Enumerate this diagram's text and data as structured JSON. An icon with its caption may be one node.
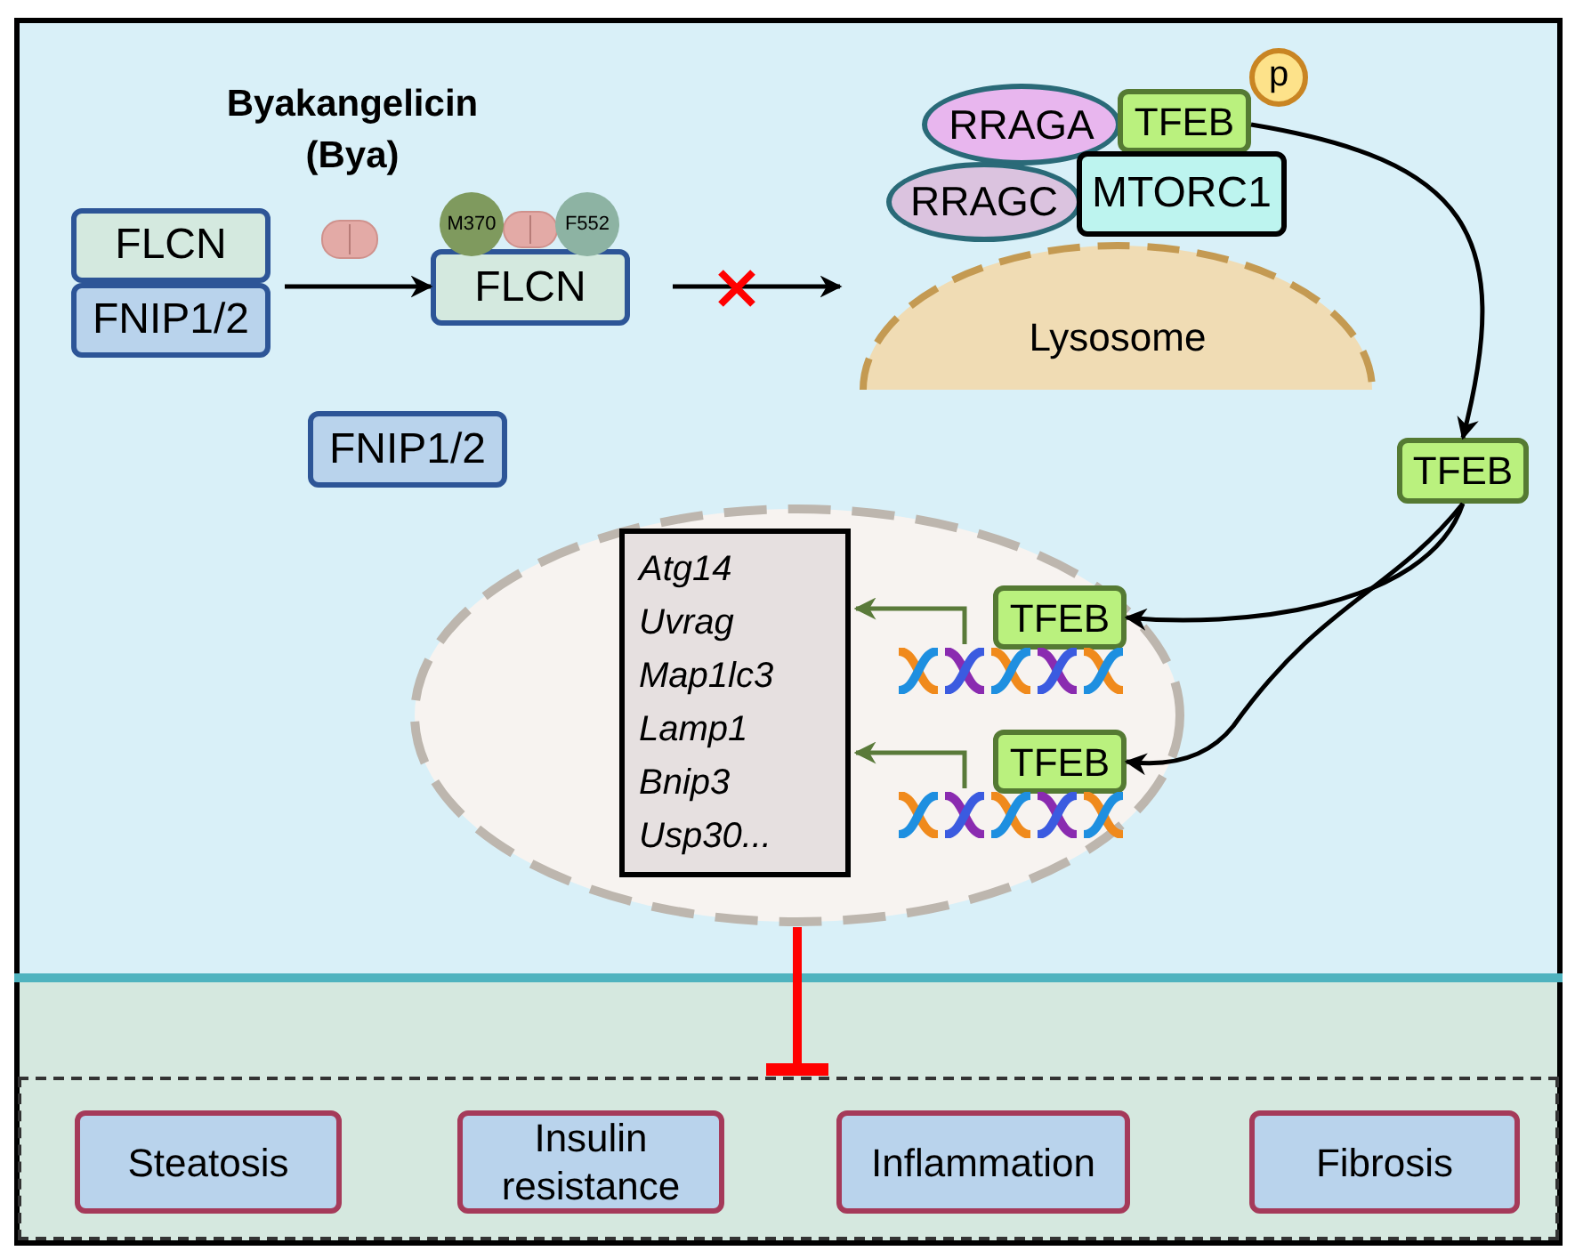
{
  "diagram": {
    "nodes": [
      {
        "text": [
          "FLCN"
        ]
      },
      {
        "text": [
          "FNIP1/2"
        ]
      },
      {
        "text": [
          "FLCN"
        ]
      },
      {
        "text": [
          "M370"
        ]
      },
      {
        "text": [
          "F552"
        ]
      },
      {
        "text": [
          "FNIP1/2"
        ]
      },
      {
        "text": [
          "RRAGA"
        ]
      },
      {
        "text": [
          "TFEB"
        ]
      },
      {
        "text": [
          "p"
        ]
      },
      {
        "text": [
          "RRAGC"
        ]
      },
      {
        "text": [
          "MTORC1"
        ]
      },
      {
        "text": [
          "Lysosome"
        ]
      },
      {
        "text": [
          "TFEB"
        ]
      },
      {
        "text": [],
        "shape": "ellipse"
      },
      {
        "text": [
          "Atg14",
          "Uvrag",
          "Map1lc3",
          "Lamp1",
          "Bnip3",
          "Usp30..."
        ],
        "in": 13
      },
      {
        "text": [
          "TFEB"
        ],
        "in": 13
      },
      {
        "text": [
          "TFEB"
        ],
        "in": 13
      },
      {
        "text": [],
        "shape": "picture",
        "in": 13
      },
      {
        "text": [],
        "shape": "picture",
        "in": 13
      },
      {
        "text": [],
        "shape": "box"
      },
      {
        "text": [
          "Steatosis"
        ],
        "in": 19
      },
      {
        "text": [
          "Insulin resistance"
        ],
        "in": 19
      },
      {
        "text": [
          "Inflammation"
        ],
        "in": 19
      },
      {
        "text": [
          "Fibrosis"
        ],
        "in": 19
      }
    ],
    "edges": [
      {
        "from": 1,
        "to": 2,
        "arrow": "to"
      },
      {
        "from": 2,
        "to": null,
        "arrow": "to"
      },
      {
        "from": 7,
        "to": 12,
        "arrow": "to"
      },
      {
        "from": 12,
        "to": 15,
        "arrow": "to"
      },
      {
        "from": 12,
        "to": 16,
        "arrow": "to"
      },
      {
        "from": 17,
        "to": 14,
        "arrow": "to",
        "color": "#5a7a3a"
      },
      {
        "from": 18,
        "to": 14,
        "arrow": "to",
        "color": "#5a7a3a"
      },
      {
        "from": 13,
        "to": 19,
        "arrow": "other",
        "style": "thick",
        "color": "#ff0000"
      }
    ],
    "labels": [
      "Byakangelicin (Bya)"
    ]
  }
}
